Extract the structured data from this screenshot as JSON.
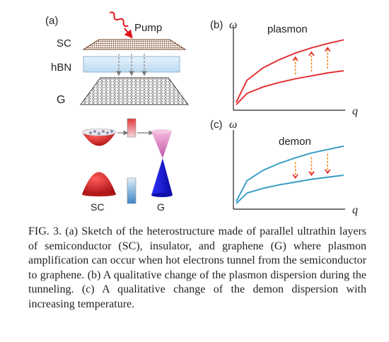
{
  "panel_a": {
    "label": "(a)",
    "pump_label": "Pump",
    "sc_label": "SC",
    "hbn_label": "hBN",
    "g_label": "G",
    "cone_sc_label": "SC",
    "cone_g_label": "G"
  },
  "panel_b": {
    "label": "(b)",
    "title": "plasmon",
    "ylabel": "ω",
    "xlabel": "q"
  },
  "panel_c": {
    "label": "(c)",
    "title": "demon",
    "ylabel": "ω",
    "xlabel": "q"
  },
  "caption": {
    "text": "FIG. 3.  (a) Sketch of the heterostructure made of parallel ultrathin layers of semiconductor (SC), insulator, and graphene (G) where plasmon amplification can occur when hot electrons tunnel from the semiconductor to graphene. (b) A qualitative change of the plasmon dispersion during the tunneling. (c) A qualitative change of the demon dispersion with increasing temperature."
  },
  "colors": {
    "plasmon": "#e0161b",
    "demon": "#1f8fbf",
    "arrow_up": "#f08c1e",
    "sc_cone": "#d41a1a",
    "g_cone": "#1010dd",
    "hbn": "#cfe6f7"
  },
  "chart_data": [
    {
      "type": "line",
      "panel": "b",
      "title": "plasmon",
      "xlabel": "q",
      "ylabel": "ω",
      "series": [
        {
          "values": [
            0.05,
            0.35,
            0.52,
            0.63,
            0.72,
            0.79,
            0.85,
            0.9
          ]
        },
        {
          "values": [
            0.02,
            0.17,
            0.26,
            0.32,
            0.37,
            0.41,
            0.45,
            0.48
          ]
        }
      ],
      "x": [
        0.0,
        0.1,
        0.25,
        0.4,
        0.55,
        0.7,
        0.85,
        1.0
      ],
      "grid": false
    },
    {
      "type": "line",
      "panel": "c",
      "title": "demon",
      "xlabel": "q",
      "ylabel": "ω",
      "series": [
        {
          "values": [
            0.05,
            0.35,
            0.5,
            0.6,
            0.68,
            0.75,
            0.8,
            0.85
          ]
        },
        {
          "values": [
            0.02,
            0.17,
            0.24,
            0.29,
            0.33,
            0.37,
            0.4,
            0.43
          ]
        }
      ],
      "x": [
        0.0,
        0.1,
        0.25,
        0.4,
        0.55,
        0.7,
        0.85,
        1.0
      ],
      "grid": false
    }
  ]
}
